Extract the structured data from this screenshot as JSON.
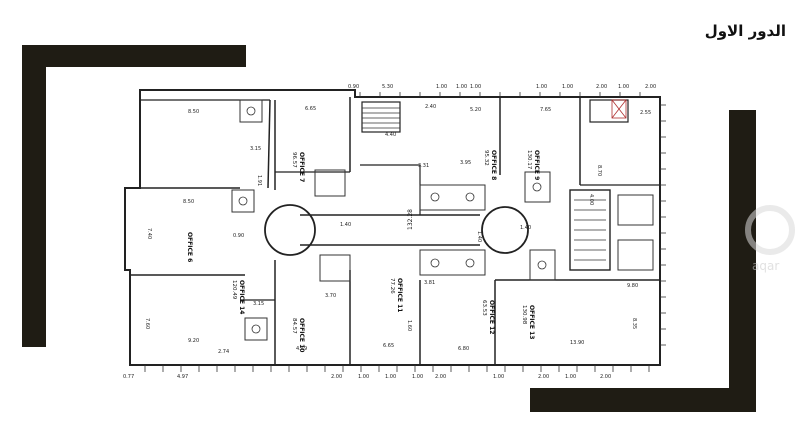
{
  "title": "الدور الاول",
  "colors": {
    "frame": "#1f1c14",
    "line": "#222222",
    "grid": "#666666",
    "background": "#ffffff"
  },
  "rooms": [
    {
      "label": "OFFICE 6",
      "area": ""
    },
    {
      "label": "OFFICE 7",
      "area": "96.57"
    },
    {
      "label": "OFFICE 8",
      "area": "95.32"
    },
    {
      "label": "OFFICE 9",
      "area": "130.17"
    },
    {
      "label": "OFFICE 10",
      "area": "84.57"
    },
    {
      "label": "OFFICE 11",
      "area": "77.26"
    },
    {
      "label": "OFFICE 12",
      "area": "63.53"
    },
    {
      "label": "OFFICE 13",
      "area": "130.98"
    },
    {
      "label": "OFFICE 14",
      "area": "120.49"
    }
  ],
  "corridor_area": "132.28",
  "dimensions": {
    "top": [
      "0.90",
      "5.30",
      "1.00",
      "1.00",
      "1.00",
      "1.00",
      "1.00",
      "2.00",
      "1.00",
      "2.00"
    ],
    "inner": [
      "8.50",
      "6.65",
      "4.40",
      "5.20",
      "2.40",
      "7.65",
      "2.55",
      "8.70",
      "3.15",
      "1.91",
      "8.50",
      "7.40",
      "0.90",
      "3.31",
      "3.95",
      "1.40",
      "1.40",
      "9.80",
      "8.35",
      "13.90",
      "9.20",
      "2.74",
      "4.49",
      "6.65",
      "6.80",
      "3.15",
      "3.70",
      "3.81",
      "1.40",
      "1.60",
      "7.60",
      "4.00"
    ],
    "bottom": [
      "0.77",
      "4.97",
      "2.00",
      "1.00",
      "1.00",
      "1.00",
      "2.00",
      "1.00",
      "2.00",
      "1.00",
      "2.00"
    ]
  },
  "watermark": "aqar"
}
